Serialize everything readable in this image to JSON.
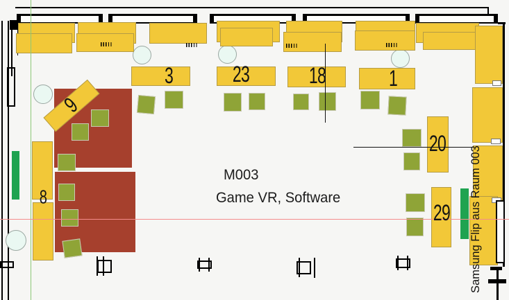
{
  "room": {
    "id": "M003",
    "name": "Game VR, Software",
    "annotation": "Samsung Flip aus Raum 003"
  },
  "desks": {
    "d3": "3",
    "d23": "23",
    "d18": "18",
    "d1": "1",
    "d9": "9",
    "d8": "8",
    "d20": "20",
    "d29": "29"
  },
  "icons": {
    "floor_socket": "floor-socket-icon",
    "vent_grille": "vent-grille-icon",
    "round_table": "round-table-icon",
    "whiteboard": "whiteboard-strip",
    "door": "door-icon"
  },
  "colors": {
    "bg": "#f6f6f4",
    "desk_yellow": "#F2C838",
    "chair_olive": "#8FA437",
    "table_red": "#A6402D",
    "board_green": "#1FA350",
    "grid_green": "#8CC878",
    "section_red": "#F48C8C",
    "plant_fill": "#EAF8F2",
    "wall_black": "#000000"
  }
}
